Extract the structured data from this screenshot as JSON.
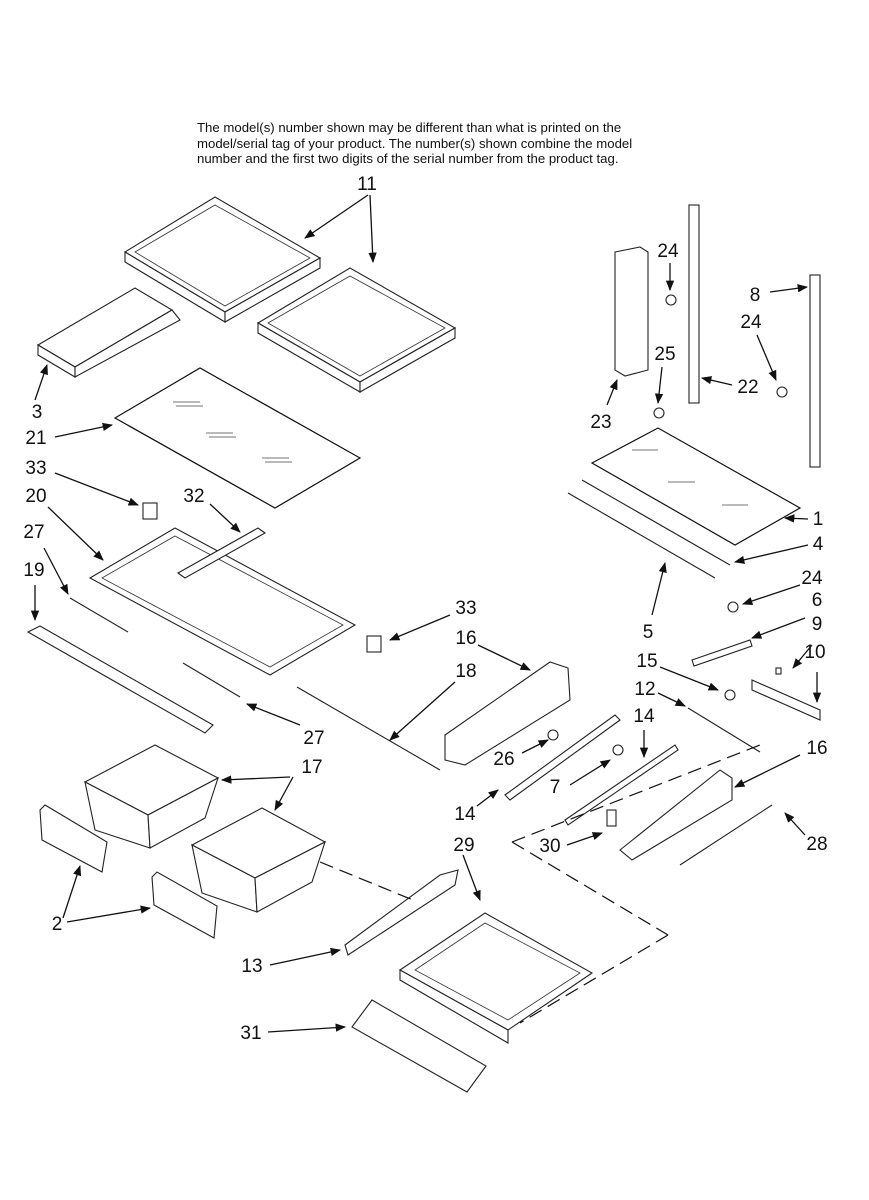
{
  "disclaimer": {
    "lines": [
      "The model(s) number shown may be different than what is printed on the",
      "model/serial tag of your product. The number(s) shown combine the model",
      "number and the first two digits of the serial number from the product tag."
    ]
  },
  "callouts": [
    {
      "id": "c11",
      "label": "11",
      "part": "shelf-assembly"
    },
    {
      "id": "c3",
      "label": "3",
      "part": "small-shelf"
    },
    {
      "id": "c21",
      "label": "21",
      "part": "glass-shelf-left"
    },
    {
      "id": "c33a",
      "label": "33",
      "part": "end-cap-left"
    },
    {
      "id": "c20",
      "label": "20",
      "part": "shelf-frame"
    },
    {
      "id": "c32",
      "label": "32",
      "part": "frame-rail"
    },
    {
      "id": "c27a",
      "label": "27",
      "part": "slide-rod-left"
    },
    {
      "id": "c19",
      "label": "19",
      "part": "trim-strip"
    },
    {
      "id": "c33b",
      "label": "33",
      "part": "end-cap-right"
    },
    {
      "id": "c16a",
      "label": "16",
      "part": "drawer-slide-left"
    },
    {
      "id": "c18",
      "label": "18",
      "part": "rod"
    },
    {
      "id": "c27b",
      "label": "27",
      "part": "slide-rod-right"
    },
    {
      "id": "c17",
      "label": "17",
      "part": "crisper-drawer"
    },
    {
      "id": "c2",
      "label": "2",
      "part": "drawer-handle"
    },
    {
      "id": "c24a",
      "label": "24",
      "part": "screw-top"
    },
    {
      "id": "c8",
      "label": "8",
      "part": "side-rail"
    },
    {
      "id": "c24b",
      "label": "24",
      "part": "screw-side"
    },
    {
      "id": "c25",
      "label": "25",
      "part": "screw-bracket"
    },
    {
      "id": "c22",
      "label": "22",
      "part": "shelf-ladder"
    },
    {
      "id": "c23",
      "label": "23",
      "part": "ladder-channel"
    },
    {
      "id": "c1",
      "label": "1",
      "part": "glass-shelf-right"
    },
    {
      "id": "c4",
      "label": "4",
      "part": "shelf-trim-front"
    },
    {
      "id": "c5",
      "label": "5",
      "part": "shelf-trim-rear"
    },
    {
      "id": "c24c",
      "label": "24",
      "part": "screw-mid"
    },
    {
      "id": "c6",
      "label": "6",
      "part": "bracket"
    },
    {
      "id": "c9",
      "label": "9",
      "part": "clip"
    },
    {
      "id": "c10",
      "label": "10",
      "part": "slide-support"
    },
    {
      "id": "c15",
      "label": "15",
      "part": "screw-slide"
    },
    {
      "id": "c12",
      "label": "12",
      "part": "damper-rod"
    },
    {
      "id": "c14a",
      "label": "14",
      "part": "slide-rail-right"
    },
    {
      "id": "c26",
      "label": "26",
      "part": "screw-drawer"
    },
    {
      "id": "c7",
      "label": "7",
      "part": "screw-rail"
    },
    {
      "id": "c14b",
      "label": "14",
      "part": "slide-rail-left"
    },
    {
      "id": "c16b",
      "label": "16",
      "part": "drawer-slide-right"
    },
    {
      "id": "c30",
      "label": "30",
      "part": "clip-bracket"
    },
    {
      "id": "c28",
      "label": "28",
      "part": "link-rod"
    },
    {
      "id": "c29",
      "label": "29",
      "part": "deli-drawer"
    },
    {
      "id": "c13",
      "label": "13",
      "part": "drawer-divider"
    },
    {
      "id": "c31",
      "label": "31",
      "part": "drawer-front"
    }
  ]
}
